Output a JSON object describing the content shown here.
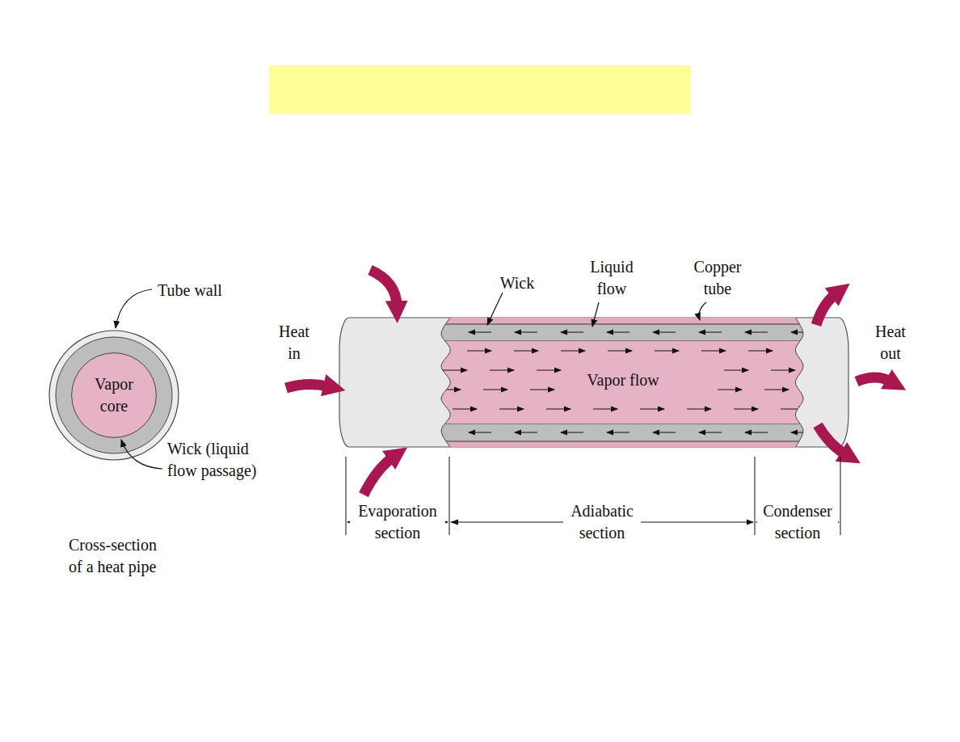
{
  "diagram": {
    "nodes": [
      {
        "text": [
          "Vapor core"
        ]
      }
    ],
    "labels": [
      "Tube wall",
      "Wick (liquid flow passage)",
      "Cross-section of a heat pipe",
      "Heat in",
      "Wick",
      "Liquid flow",
      "Copper tube",
      "Heat out",
      "Vapor flow",
      "Evaporation section",
      "Adiabatic section",
      "Condenser section"
    ]
  }
}
